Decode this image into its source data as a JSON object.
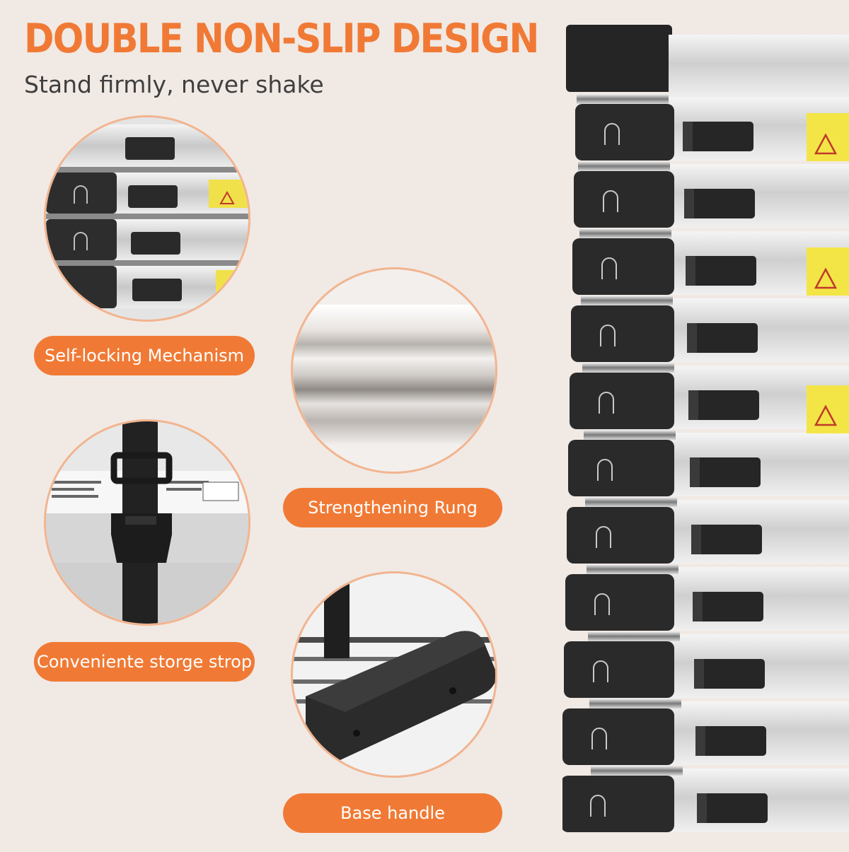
{
  "header": {
    "title": "DOUBLE NON-SLIP DESIGN",
    "subtitle": "Stand firmly, never shake"
  },
  "features": [
    {
      "label": "Self-locking Mechanism"
    },
    {
      "label": "Strengthening Rung"
    },
    {
      "label": "Conveniente storge strop"
    },
    {
      "label": "Base handle"
    }
  ],
  "colors": {
    "accent": "#f07a35",
    "background": "#f1e9e4",
    "ring": "#f2b48e",
    "subtitle": "#3f3f3f"
  },
  "icons": [
    "warning-icon",
    "buckle-icon"
  ]
}
